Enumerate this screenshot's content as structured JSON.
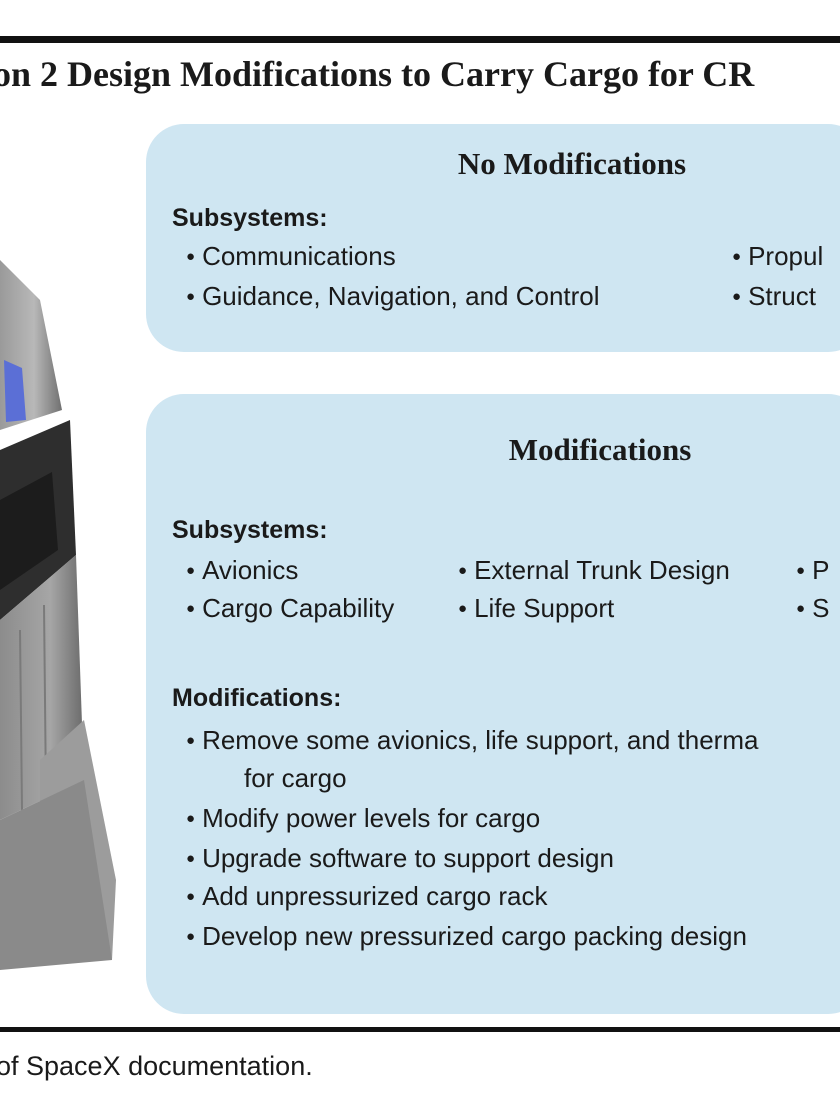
{
  "title": "on 2 Design Modifications to Carry Cargo for CR",
  "source": "of SpaceX documentation.",
  "panel_no_mod": {
    "title": "No Modifications",
    "subsystems_label": "Subsystems:",
    "items": [
      "Communications",
      "Propul",
      "Guidance, Navigation, and Control",
      "Struct"
    ]
  },
  "panel_mod": {
    "title": "Modifications",
    "subsystems_label": "Subsystems:",
    "items": [
      "Avionics",
      "External Trunk Design",
      "P",
      "Cargo Capability",
      "Life Support",
      "S"
    ],
    "modifications_label": "Modifications:",
    "modifications": [
      "Remove some avionics, life support, and therma",
      "for cargo",
      "Modify power levels for cargo",
      "Upgrade software to support design",
      "Add unpressurized cargo rack",
      "Develop new pressurized cargo packing design"
    ]
  },
  "colors": {
    "panel_fill": "#cfe6f2",
    "rule": "#111111",
    "window_blue": "#5b6fd6"
  }
}
